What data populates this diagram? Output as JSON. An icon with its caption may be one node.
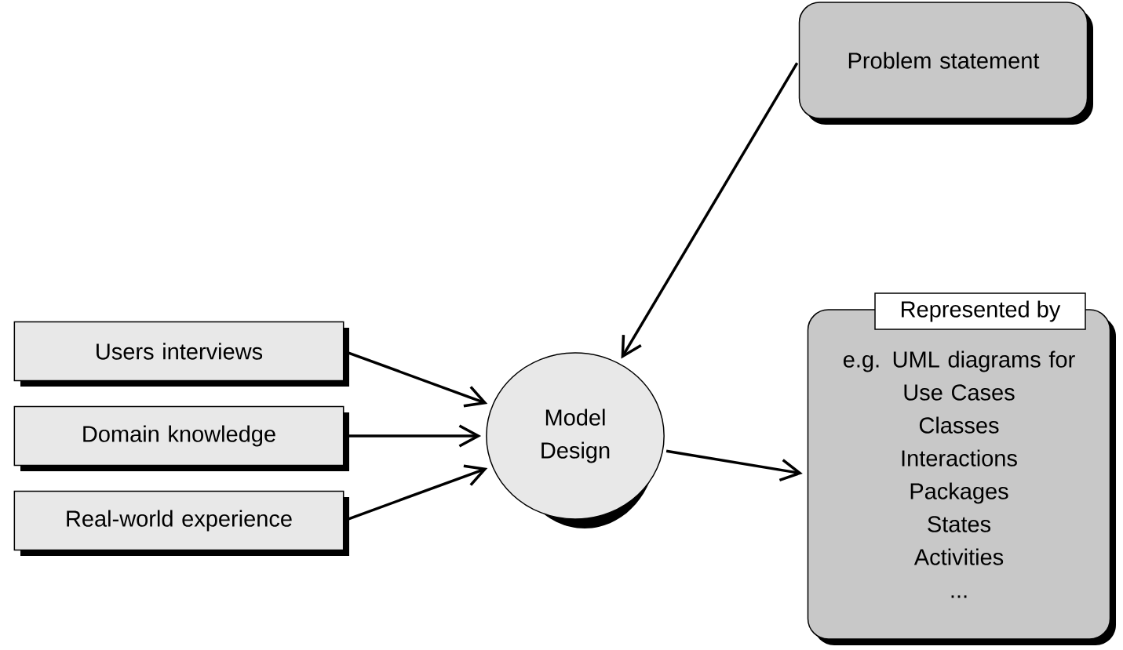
{
  "diagram": {
    "nodes": [
      {
        "text": [
          "Problem statement"
        ]
      },
      {
        "text": [
          "Users interviews"
        ]
      },
      {
        "text": [
          "Domain knowledge"
        ]
      },
      {
        "text": [
          "Real-world experience"
        ]
      },
      {
        "text": [
          "Model Design"
        ]
      },
      {
        "text": [
          "Represented by",
          "e.g. UML diagrams for",
          "Use Cases",
          "Classes",
          "Interactions",
          "Packages",
          "States",
          "Activities",
          "..."
        ]
      }
    ],
    "edges": [
      {
        "from": 0,
        "to": 4,
        "arrow": "to"
      },
      {
        "from": 1,
        "to": 4,
        "arrow": "to"
      },
      {
        "from": 2,
        "to": 4,
        "arrow": "to"
      },
      {
        "from": 3,
        "to": 4,
        "arrow": "to"
      },
      {
        "from": 4,
        "to": 5,
        "arrow": "to"
      }
    ]
  }
}
